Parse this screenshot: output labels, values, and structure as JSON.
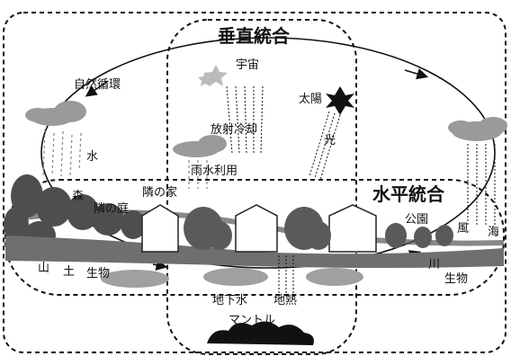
{
  "labels": {
    "vertical_integration": "垂直統合",
    "horizontal_integration": "水平統合",
    "natural_cycle": "自然循環",
    "space": "宇宙",
    "sun": "太陽",
    "light": "光",
    "radiative_cooling": "放射冷却",
    "water": "水",
    "rainwater_use": "雨水利用",
    "forest": "森",
    "neighbor_house": "隣の家",
    "neighbor_garden": "隣の庭",
    "park": "公園",
    "wind": "風",
    "sea": "海",
    "mountain": "山",
    "soil": "土",
    "creatures_left": "生物",
    "river": "川",
    "creatures_right": "生物",
    "groundwater": "地下水",
    "geothermal": "地熱",
    "mantle": "マントル"
  },
  "icons": [
    "sun-icon",
    "cloud-icon",
    "rain-icon",
    "star-icon",
    "house-icon",
    "tree-icon",
    "mantle-rock-icon"
  ],
  "colors": {
    "ink": "#111111",
    "cloud": "#9a9a9a",
    "tree": "#555555",
    "ground": "#6f6f6f"
  }
}
